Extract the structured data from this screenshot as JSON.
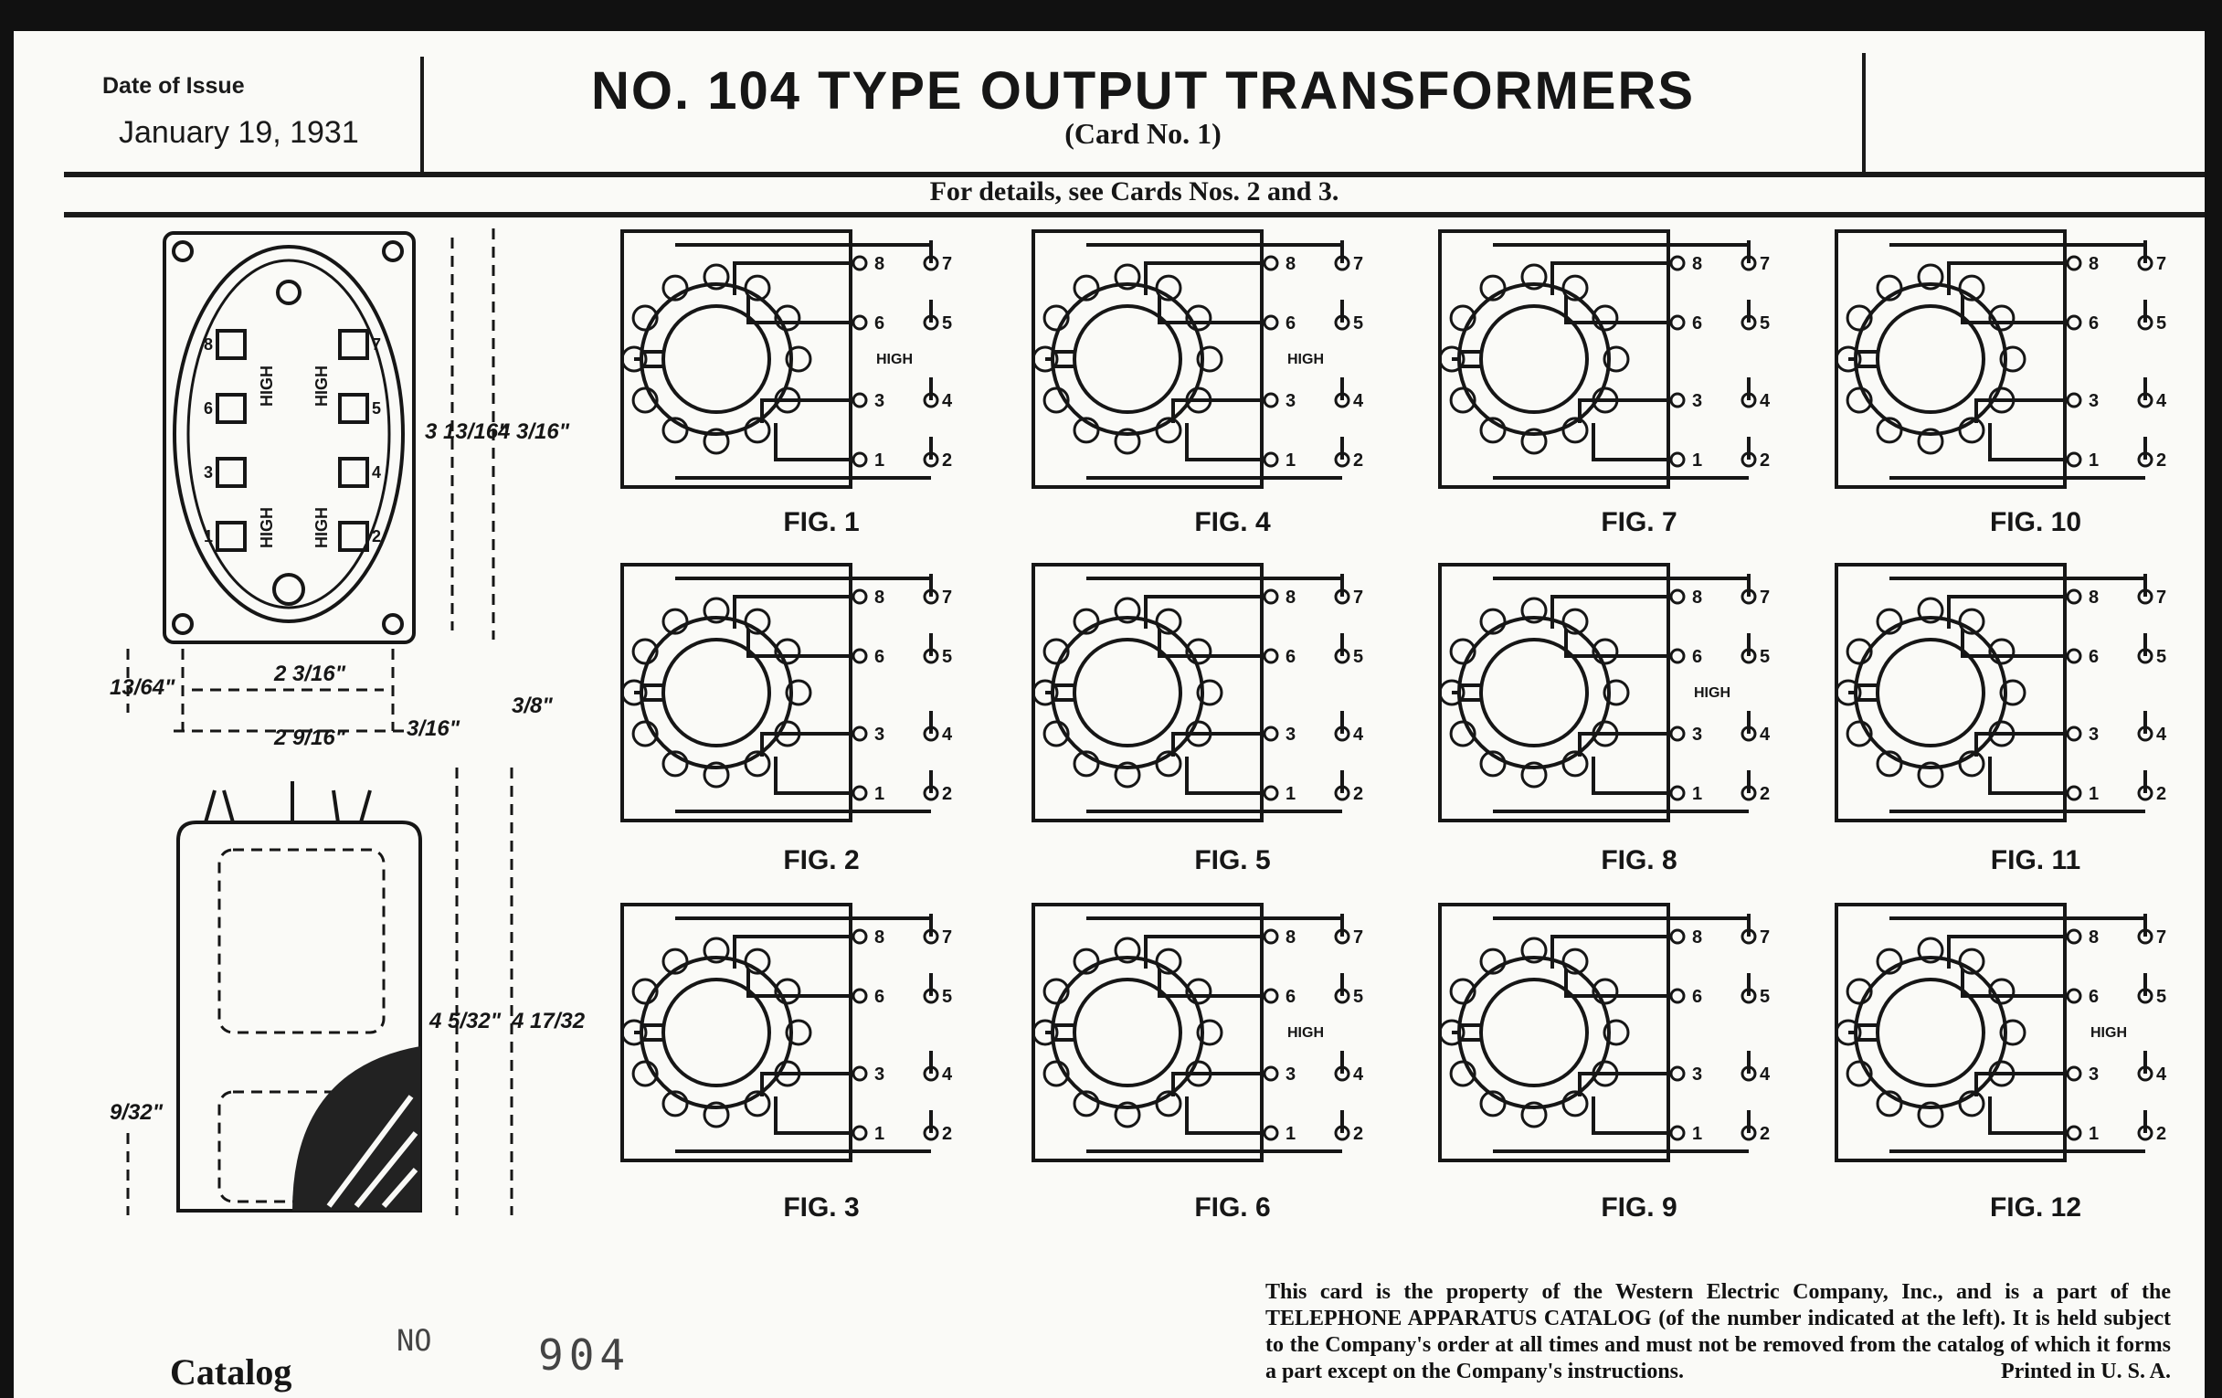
{
  "header": {
    "date_label": "Date of Issue",
    "date_value": "January 19, 1931",
    "title": "NO. 104 TYPE OUTPUT TRANSFORMERS",
    "subtitle": "(Card No. 1)",
    "details": "For details, see Cards Nos. 2 and 3."
  },
  "drawing": {
    "high_label": "HIGH",
    "terminals_left": [
      "8",
      "6",
      "3",
      "1"
    ],
    "terminals_right": [
      "7",
      "5",
      "4",
      "2"
    ],
    "dims": {
      "height_inner": "3 13/16\"",
      "height_outer": "4 3/16\"",
      "width_inner": "2 3/16\"",
      "width_outer": "2 9/16\"",
      "left_offset": "13/64\"",
      "right_offset": "3/16\"",
      "terminal_height": "3/8\"",
      "body_height": "4 5/32\"",
      "total_height": "4 17/32\"",
      "base_offset": "9/32\""
    }
  },
  "figures": [
    {
      "label": "FIG. 1",
      "terminals": [
        "8",
        "6",
        "3",
        "1"
      ],
      "outer": [
        "7",
        "5",
        "4",
        "2"
      ],
      "high": "HIGH"
    },
    {
      "label": "FIG. 4",
      "terminals": [
        "8",
        "6",
        "3",
        "1"
      ],
      "outer": [
        "7",
        "5",
        "4",
        "2"
      ],
      "high": "HIGH"
    },
    {
      "label": "FIG. 7",
      "terminals": [
        "8",
        "6",
        "3",
        "1"
      ],
      "outer": [
        "7",
        "5",
        "4",
        "2"
      ],
      "high": ""
    },
    {
      "label": "FIG. 10",
      "terminals": [
        "8",
        "6",
        "3",
        "1"
      ],
      "outer": [
        "7",
        "5",
        "4",
        "2"
      ],
      "high": ""
    },
    {
      "label": "FIG. 2",
      "terminals": [
        "8",
        "6",
        "3",
        "1"
      ],
      "outer": [
        "7",
        "5",
        "4",
        "2"
      ],
      "high": ""
    },
    {
      "label": "FIG. 5",
      "terminals": [
        "8",
        "6",
        "3",
        "1"
      ],
      "outer": [
        "7",
        "5",
        "4",
        "2"
      ],
      "high": ""
    },
    {
      "label": "FIG. 8",
      "terminals": [
        "8",
        "6",
        "3",
        "1"
      ],
      "outer": [
        "7",
        "5",
        "4",
        "2"
      ],
      "high": "HIGH"
    },
    {
      "label": "FIG. 11",
      "terminals": [
        "8",
        "6",
        "3",
        "1"
      ],
      "outer": [
        "7",
        "5",
        "4",
        "2"
      ],
      "high": ""
    },
    {
      "label": "FIG. 3",
      "terminals": [
        "8",
        "6",
        "3",
        "1"
      ],
      "outer": [
        "7",
        "5",
        "4",
        "2"
      ],
      "high": ""
    },
    {
      "label": "FIG. 6",
      "terminals": [
        "8",
        "6",
        "3",
        "1"
      ],
      "outer": [
        "7",
        "5",
        "4",
        "2"
      ],
      "high": "HIGH"
    },
    {
      "label": "FIG. 9",
      "terminals": [
        "8",
        "6",
        "3",
        "1"
      ],
      "outer": [
        "7",
        "5",
        "4",
        "2"
      ],
      "high": ""
    },
    {
      "label": "FIG. 12",
      "terminals": [
        "8",
        "6",
        "3",
        "1"
      ],
      "outer": [
        "7",
        "5",
        "4",
        "2"
      ],
      "high": "HIGH"
    }
  ],
  "catalog": {
    "label": "Catalog",
    "no": "NO",
    "number": "904"
  },
  "footer": {
    "notice": "This card is the property of the Western Electric Company, Inc., and is a part of the TELEPHONE APPARATUS CATALOG (of the number indicated at the left). It is held subject to the Company's order at all times and must not be removed from the catalog of which it forms a part except on the Company's instructions.",
    "printed": "Printed in U. S. A."
  }
}
